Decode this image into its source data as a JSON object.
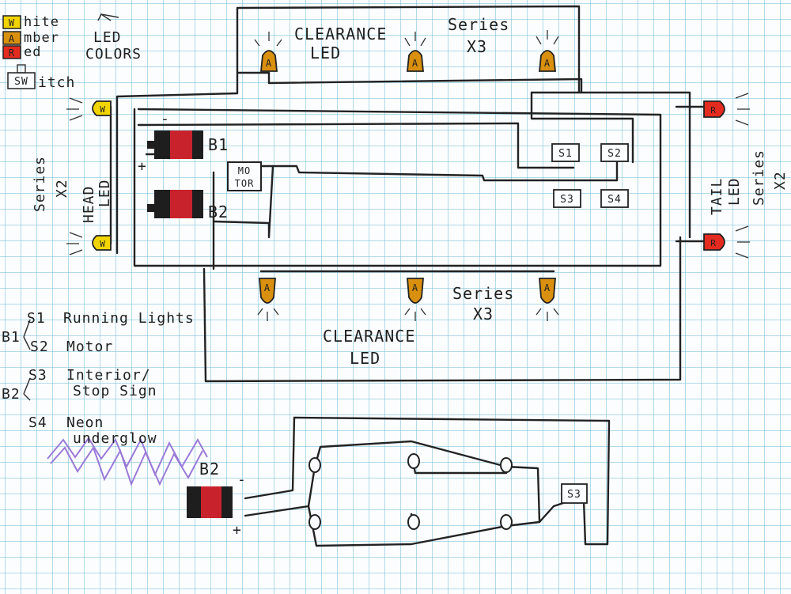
{
  "legend": {
    "white": {
      "letter": "W",
      "text": "hite"
    },
    "amber": {
      "letter": "A",
      "text": "mber"
    },
    "red": {
      "letter": "R",
      "text": "ed"
    },
    "led_colors": [
      "LED",
      "COLORS"
    ],
    "switch": {
      "box": "SW",
      "text": "itch"
    }
  },
  "labels": {
    "clearance_top": [
      "CLEARANCE",
      "LED"
    ],
    "series_top": [
      "Series",
      "X3"
    ],
    "clearance_bottom": [
      "CLEARANCE",
      "LED"
    ],
    "series_bottom": [
      "Series",
      "X3"
    ],
    "head": [
      "HEAD",
      "LED"
    ],
    "series_head": [
      "Series",
      "X2"
    ],
    "tail": [
      "TAIL",
      "LED"
    ],
    "series_tail": [
      "Series",
      "X2"
    ],
    "battery1": "B1",
    "battery2": "B2",
    "battery3": "B2",
    "motor": [
      "MO",
      "TOR"
    ],
    "minus": "-",
    "plus": "+"
  },
  "led_letters": {
    "white": "W",
    "amber": "A",
    "red": "R"
  },
  "switches": [
    "S1",
    "S2",
    "S3",
    "S4"
  ],
  "bottom_switch": "S3",
  "switch_key": [
    {
      "code": "S1",
      "desc": "Running Lights"
    },
    {
      "code": "S2",
      "desc": "Motor"
    },
    {
      "code": "S3",
      "desc": "Interior/",
      "desc2": "Stop Sign"
    },
    {
      "code": "S4",
      "desc": "Neon",
      "desc2": "underglow"
    }
  ],
  "key_groups": {
    "b1": "B1",
    "b2": "B2"
  },
  "colors": {
    "white_led": "#f2d400",
    "amber_led": "#d9900f",
    "red_led": "#e42b20",
    "battery_red": "#c8232c",
    "glow": "#9a7ad8"
  }
}
